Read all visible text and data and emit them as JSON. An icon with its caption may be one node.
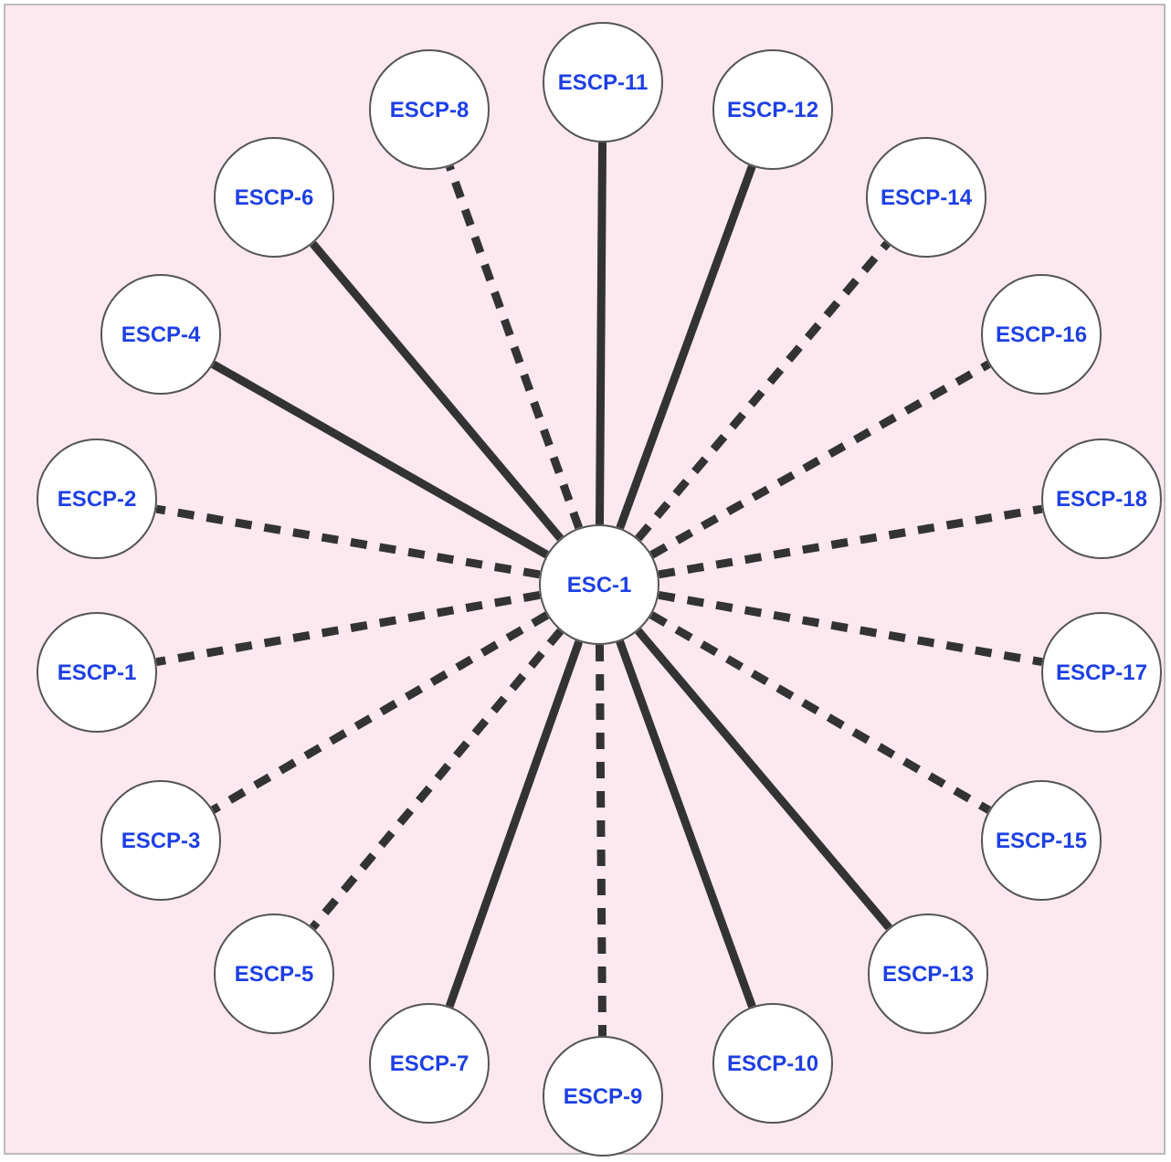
{
  "diagram": {
    "nodes": [
      {
        "text": [
          "ESC-1"
        ]
      },
      {
        "text": [
          "ESCP-1"
        ]
      },
      {
        "text": [
          "ESCP-2"
        ]
      },
      {
        "text": [
          "ESCP-3"
        ]
      },
      {
        "text": [
          "ESCP-4"
        ]
      },
      {
        "text": [
          "ESCP-5"
        ]
      },
      {
        "text": [
          "ESCP-6"
        ]
      },
      {
        "text": [
          "ESCP-7"
        ]
      },
      {
        "text": [
          "ESCP-8"
        ]
      },
      {
        "text": [
          "ESCP-9"
        ]
      },
      {
        "text": [
          "ESCP-10"
        ]
      },
      {
        "text": [
          "ESCP-11"
        ]
      },
      {
        "text": [
          "ESCP-12"
        ]
      },
      {
        "text": [
          "ESCP-13"
        ]
      },
      {
        "text": [
          "ESCP-14"
        ]
      },
      {
        "text": [
          "ESCP-15"
        ]
      },
      {
        "text": [
          "ESCP-16"
        ]
      },
      {
        "text": [
          "ESCP-17"
        ]
      },
      {
        "text": [
          "ESCP-18"
        ]
      }
    ],
    "edges": [
      {
        "from": 0,
        "to": 1,
        "arrow": "none",
        "style": "dashed"
      },
      {
        "from": 0,
        "to": 2,
        "arrow": "none",
        "style": "dashed"
      },
      {
        "from": 0,
        "to": 3,
        "arrow": "none",
        "style": "dashed"
      },
      {
        "from": 0,
        "to": 4,
        "arrow": "none"
      },
      {
        "from": 0,
        "to": 5,
        "arrow": "none",
        "style": "dashed"
      },
      {
        "from": 0,
        "to": 6,
        "arrow": "none"
      },
      {
        "from": 0,
        "to": 7,
        "arrow": "none"
      },
      {
        "from": 0,
        "to": 8,
        "arrow": "none",
        "style": "dashed"
      },
      {
        "from": 0,
        "to": 9,
        "arrow": "none",
        "style": "dashed"
      },
      {
        "from": 0,
        "to": 10,
        "arrow": "none"
      },
      {
        "from": 0,
        "to": 11,
        "arrow": "none"
      },
      {
        "from": 0,
        "to": 12,
        "arrow": "none"
      },
      {
        "from": 0,
        "to": 13,
        "arrow": "none"
      },
      {
        "from": 0,
        "to": 14,
        "arrow": "none",
        "style": "dashed"
      },
      {
        "from": 0,
        "to": 15,
        "arrow": "none",
        "style": "dashed"
      },
      {
        "from": 0,
        "to": 16,
        "arrow": "none",
        "style": "dashed"
      },
      {
        "from": 0,
        "to": 17,
        "arrow": "none",
        "style": "dashed"
      },
      {
        "from": 0,
        "to": 18,
        "arrow": "none",
        "style": "dashed"
      }
    ]
  }
}
